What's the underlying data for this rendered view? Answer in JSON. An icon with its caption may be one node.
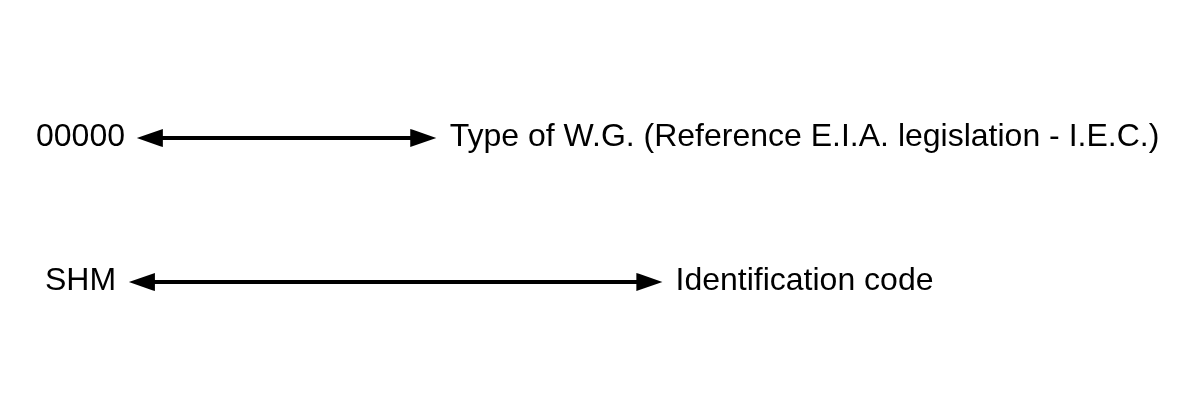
{
  "diagram": {
    "nodes": [
      {
        "text": [
          "SHM"
        ]
      },
      {
        "text": [
          "00000"
        ]
      },
      {
        "text": [
          "Type of W.G. (Reference E.I.A. legislation - I.E.C.)"
        ]
      },
      {
        "text": [
          "Identification code"
        ]
      }
    ],
    "edges": [
      {
        "from": 1,
        "to": 2,
        "arrow": "both"
      },
      {
        "from": 0,
        "to": 3,
        "arrow": "both"
      }
    ]
  }
}
